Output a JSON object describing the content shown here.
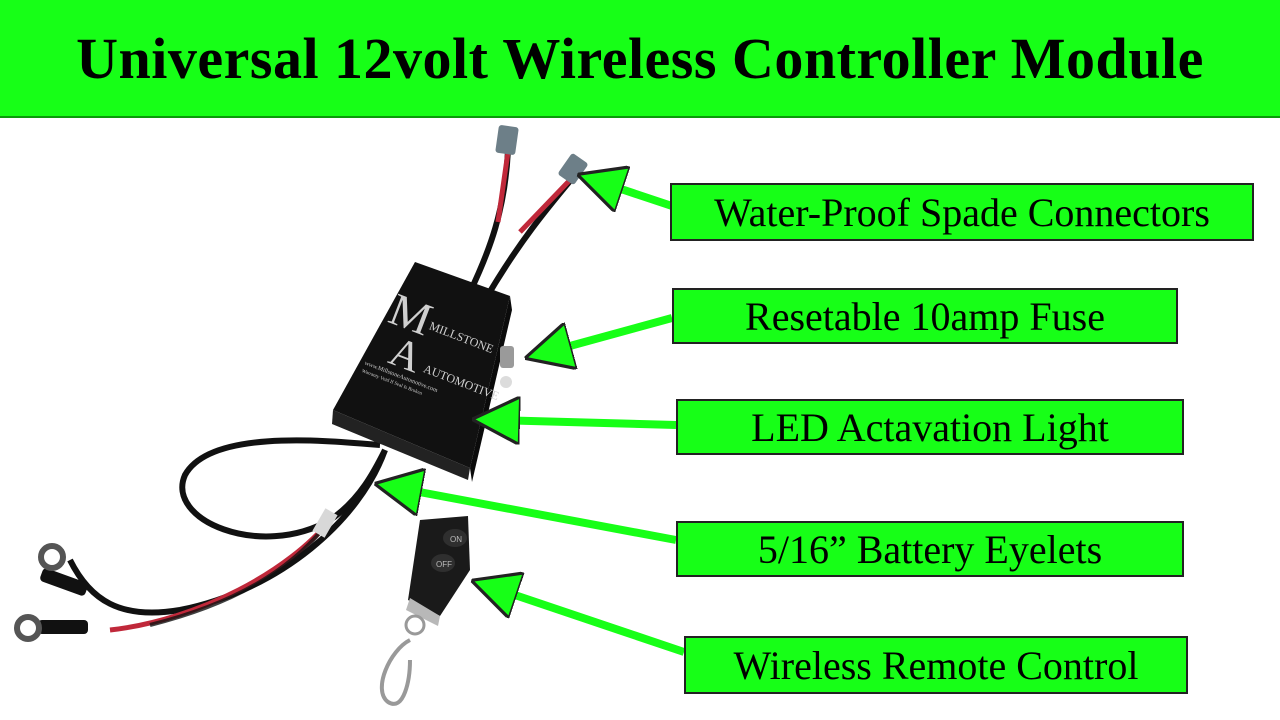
{
  "header": {
    "title": "Universal 12volt Wireless Controller Module",
    "bg_color": "#17ff17"
  },
  "callouts": [
    {
      "label": "Water-Proof Spade Connectors"
    },
    {
      "label": "Resetable 10amp Fuse"
    },
    {
      "label": "LED Actavation Light"
    },
    {
      "label": "5/16” Battery Eyelets"
    },
    {
      "label": "Wireless Remote Control"
    }
  ],
  "module_logo": {
    "line1": "MILLSTONE",
    "line2": "AUTOMOTIVE",
    "website": "www.MillstoneAutomotive.com",
    "tagline": "Warranty Void If Seal Is Broken"
  },
  "remote": {
    "on_label": "ON",
    "off_label": "OFF"
  },
  "colors": {
    "callout_bg": "#17ff17",
    "arrow": "#17ff17",
    "wire_red": "#c0283a",
    "module": "#161616"
  }
}
